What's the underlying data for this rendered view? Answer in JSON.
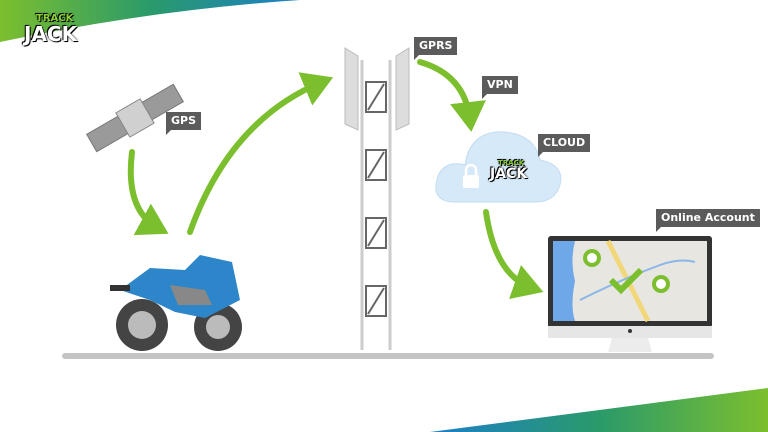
{
  "logo": {
    "line1": "TRACK",
    "line2": "JACK"
  },
  "labels": {
    "gps": "GPS",
    "gprs": "GPRS",
    "vpn": "VPN",
    "cloud": "CLOUD",
    "online_account": "Online Account"
  },
  "colors": {
    "arrow_green": "#7cbf2e",
    "bike_blue": "#2d86c9",
    "cloud_blue": "#d6e9f8",
    "label_gray": "#5b5b5b",
    "ground_gray": "#c4c4c4"
  }
}
